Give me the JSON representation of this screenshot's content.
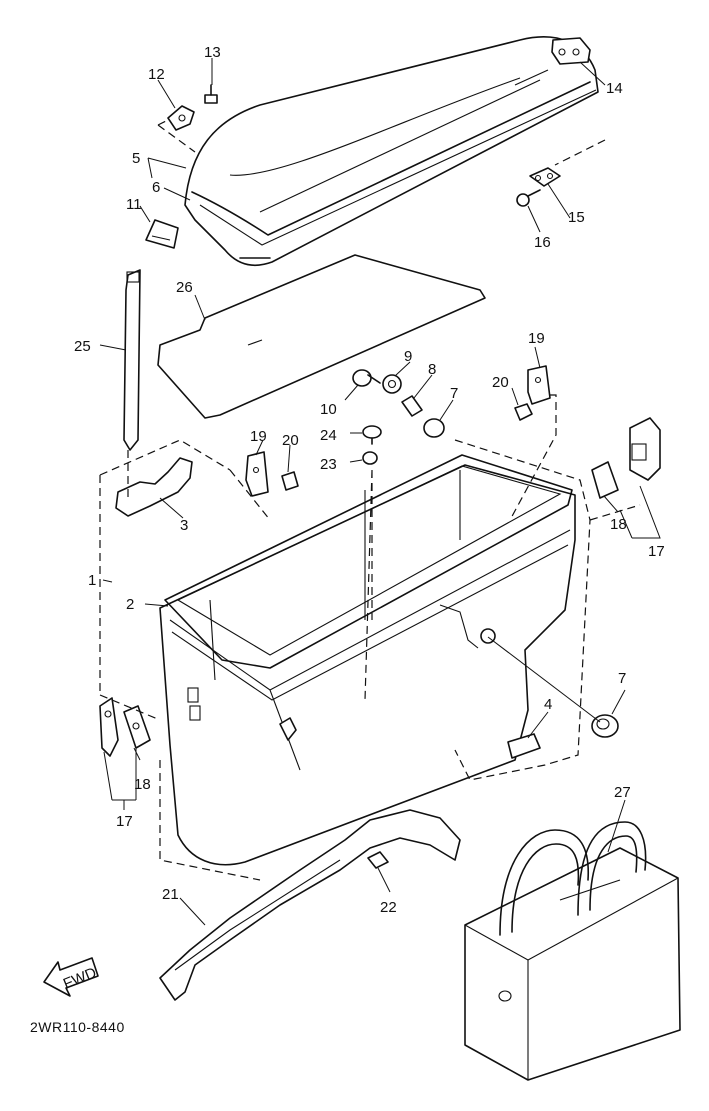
{
  "diagram": {
    "code": "2WR110-8440",
    "fwd_label": "FWD",
    "callouts": [
      "1",
      "2",
      "3",
      "4",
      "5",
      "6",
      "7",
      "7",
      "8",
      "9",
      "10",
      "11",
      "12",
      "13",
      "14",
      "15",
      "16",
      "17",
      "17",
      "18",
      "18",
      "19",
      "19",
      "20",
      "20",
      "21",
      "22",
      "23",
      "24",
      "25",
      "26",
      "27"
    ]
  }
}
